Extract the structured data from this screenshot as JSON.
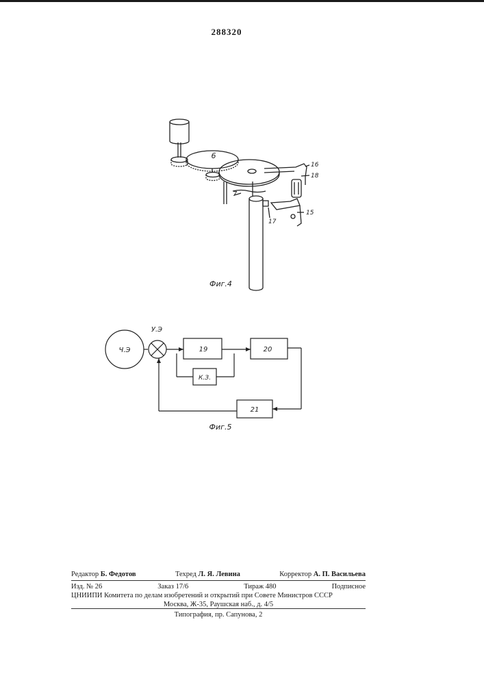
{
  "header": {
    "patent_number": "288320"
  },
  "figure4": {
    "caption": "Фиг.4",
    "labels": {
      "gear": "6",
      "disk": "7",
      "l15": "15",
      "l16": "16",
      "l17": "17",
      "l18": "18"
    }
  },
  "figure5": {
    "caption": "Фиг.5",
    "blocks": {
      "sensor": "Ч.Э",
      "comparator": "У.Э",
      "b19": "19",
      "b20": "20",
      "feedback": "К.З.",
      "b21": "21"
    }
  },
  "imprint": {
    "editor": {
      "label": "Редактор",
      "name": "Б. Федотов"
    },
    "techred": {
      "label": "Техред",
      "name": "Л. Я. Левина"
    },
    "corrector": {
      "label": "Корректор",
      "name": "А. П. Васильева"
    },
    "izd": "Изд. № 26",
    "order": "Заказ 17/6",
    "circulation": "Тираж 480",
    "subscription": "Подписное",
    "org": "ЦНИИПИ Комитета по делам изобретений и открытий при Совете Министров СССР",
    "address": "Москва, Ж-35, Раушская наб., д. 4/5",
    "printing": "Типография, пр. Сапунова, 2"
  }
}
